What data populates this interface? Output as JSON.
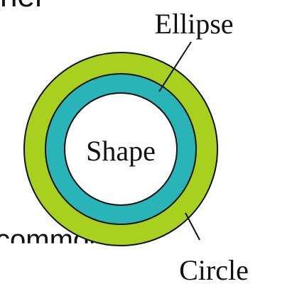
{
  "fragments": {
    "top": "ner",
    "bottom": "common"
  },
  "diagram": {
    "inner_label": "Shape",
    "middle_label": "Ellipse",
    "outer_label": "Circle"
  },
  "colors": {
    "outer_ring": "#a8d11f",
    "middle_ring": "#29b5b8",
    "inner_disc": "#ffffff",
    "stroke": "#111111"
  }
}
